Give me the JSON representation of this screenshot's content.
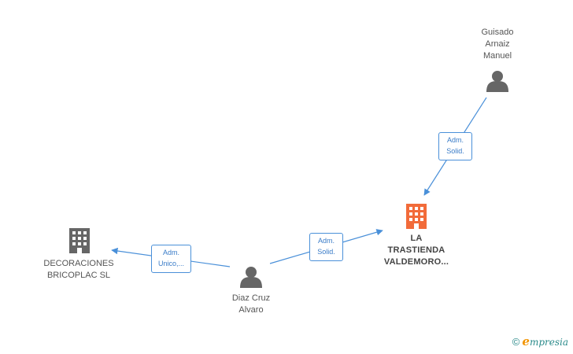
{
  "nodes": {
    "guisado": {
      "lines": [
        "Guisado",
        "Arnaiz",
        "Manuel"
      ],
      "type": "person"
    },
    "diaz": {
      "lines": [
        "Diaz Cruz",
        "Alvaro"
      ],
      "type": "person"
    },
    "decoraciones": {
      "lines": [
        "DECORACIONES",
        "BRICOPLAC SL"
      ],
      "type": "company"
    },
    "latrastienda": {
      "lines": [
        "LA",
        "TRASTIENDA",
        "VALDEMORO..."
      ],
      "type": "company-highlight"
    }
  },
  "edges": {
    "guisado_to_trastienda": {
      "lines": [
        "Adm.",
        "Solid."
      ]
    },
    "diaz_to_trastienda": {
      "lines": [
        "Adm.",
        "Solid."
      ]
    },
    "diaz_to_decoraciones": {
      "lines": [
        "Adm.",
        "Unico,..."
      ]
    }
  },
  "colors": {
    "edge": "#4a90d9",
    "person_icon": "#666666",
    "company_icon": "#666666",
    "company_highlight_icon": "#f26b3a"
  },
  "brand": {
    "copyright": "©",
    "e": "e",
    "rest": "mpresia"
  }
}
